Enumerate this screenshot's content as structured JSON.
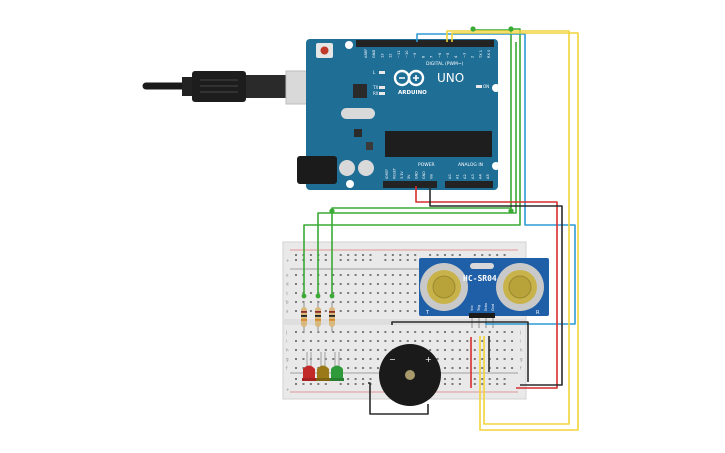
{
  "board": {
    "logo_text": "ARDUINO",
    "model": "UNO",
    "digital_header": "DIGITAL (PWM~)",
    "power_label": "POWER",
    "analog_label": "ANALOG IN",
    "on_label": "ON",
    "tx_label": "TX",
    "rx_label": "RX",
    "l_label": "L",
    "digital_pins": [
      "AREF",
      "GND",
      "13",
      "12",
      "~11",
      "~10",
      "~9",
      "8",
      "7",
      "~6",
      "~5",
      "4",
      "~3",
      "2",
      "TX 1",
      "RX 0"
    ],
    "power_pins": [
      "IOREF",
      "RESET",
      "3.3V",
      "5V",
      "GND",
      "GND",
      "Vin"
    ],
    "analog_pins": [
      "A0",
      "A1",
      "A2",
      "A3",
      "A4",
      "A5"
    ]
  },
  "sensor": {
    "model": "HC-SR04",
    "pins": [
      "Vcc",
      "Trig",
      "Echo",
      "Gnd"
    ],
    "left_mark": "T",
    "right_mark": "R"
  },
  "buzzer": {
    "minus": "−",
    "plus": "+"
  },
  "breadboard": {
    "rows": [
      "a",
      "b",
      "c",
      "d",
      "e",
      "f",
      "g",
      "h",
      "i",
      "j"
    ],
    "rail_plus": "+",
    "rail_minus": "−"
  },
  "colors": {
    "board": "#1f6e96",
    "wire_green": "#3aaa35",
    "wire_yellow": "#f2d43a",
    "wire_blue": "#2f9bd6",
    "wire_red": "#d62d2d",
    "wire_black": "#2b2b2b",
    "led_red": "#c22a2a",
    "led_yellow": "#9a7a18",
    "led_green": "#2f9a3a"
  }
}
